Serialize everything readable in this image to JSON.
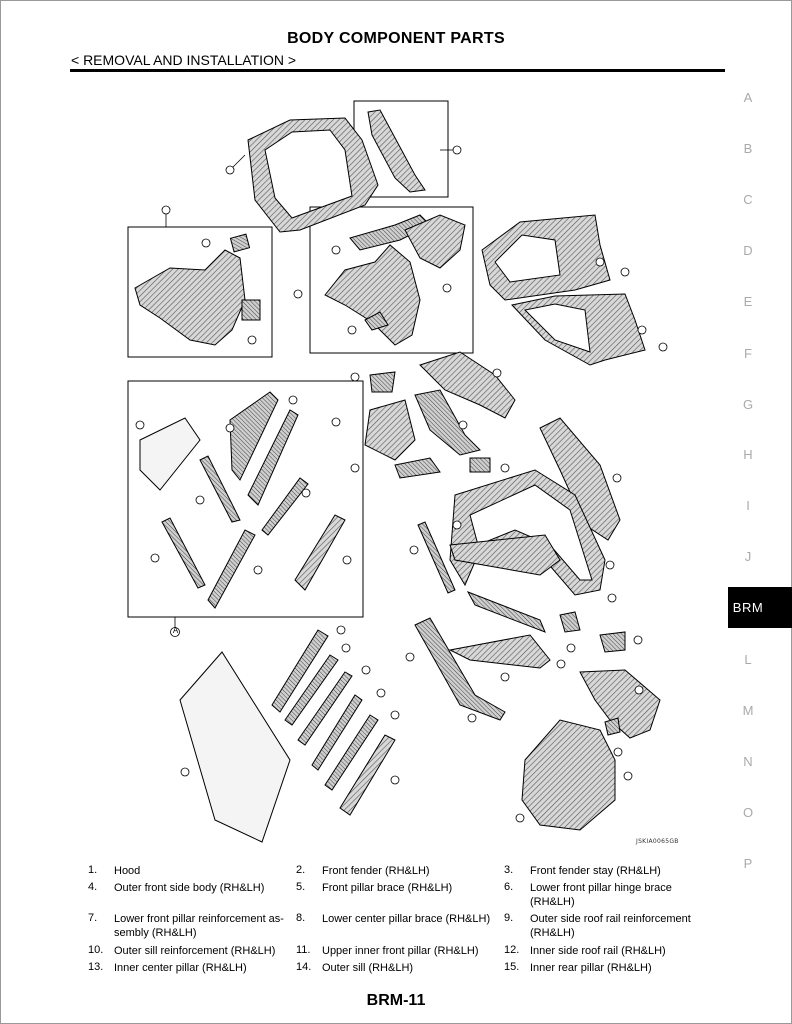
{
  "header": {
    "title": "BODY COMPONENT PARTS",
    "subtitle": "< REMOVAL AND INSTALLATION >"
  },
  "side_index": {
    "letters": [
      "A",
      "B",
      "C",
      "D",
      "E",
      "F",
      "G",
      "H",
      "I",
      "J",
      "L",
      "M",
      "N",
      "O",
      "P"
    ],
    "active_tab": "BRM"
  },
  "figure": {
    "id": "JSKIA0065GB",
    "callout_a": "A"
  },
  "legend": [
    {
      "num": "1.",
      "label": "Hood"
    },
    {
      "num": "2.",
      "label": "Front fender (RH&LH)"
    },
    {
      "num": "3.",
      "label": "Front fender stay (RH&LH)"
    },
    {
      "num": "4.",
      "label": "Outer front side body (RH&LH)"
    },
    {
      "num": "5.",
      "label": "Front pillar brace (RH&LH)"
    },
    {
      "num": "6.",
      "label": "Lower front pillar hinge brace (RH&LH)"
    },
    {
      "num": "7.",
      "label": "Lower front pillar reinforcement as-sembly (RH&LH)"
    },
    {
      "num": "8.",
      "label": "Lower center pillar brace (RH&LH)"
    },
    {
      "num": "9.",
      "label": "Outer side roof rail reinforcement (RH&LH)"
    },
    {
      "num": "10.",
      "label": "Outer sill reinforcement (RH&LH)"
    },
    {
      "num": "11.",
      "label": "Upper inner front pillar (RH&LH)"
    },
    {
      "num": "12.",
      "label": "Inner side roof rail (RH&LH)"
    },
    {
      "num": "13.",
      "label": "Inner center pillar (RH&LH)"
    },
    {
      "num": "14.",
      "label": "Outer sill (RH&LH)"
    },
    {
      "num": "15.",
      "label": "Inner rear pillar (RH&LH)"
    }
  ],
  "footer": {
    "page_code": "BRM-11"
  }
}
